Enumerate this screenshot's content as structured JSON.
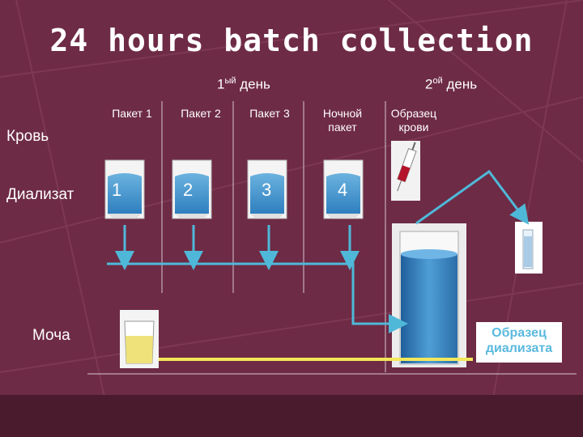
{
  "title": "24 hours batch collection",
  "days": [
    {
      "num": "1",
      "sup": "ый",
      "word": "день"
    },
    {
      "num": "2",
      "sup": "ой",
      "word": "день"
    }
  ],
  "bag_labels": [
    "Пакет 1",
    "Пакет 2",
    "Пакет 3",
    "Ночной пакет"
  ],
  "bag_numbers": [
    "1",
    "2",
    "3",
    "4"
  ],
  "blood_sample_label": "Образец крови",
  "row_labels": {
    "blood": "Кровь",
    "dialysate": "Диализат",
    "urine": "Моча"
  },
  "dialysate_sample_label": "Образец диализата",
  "colors": {
    "background": "#6e2b45",
    "arrow": "#4fb8d8",
    "urine_line": "#f2e85a"
  }
}
